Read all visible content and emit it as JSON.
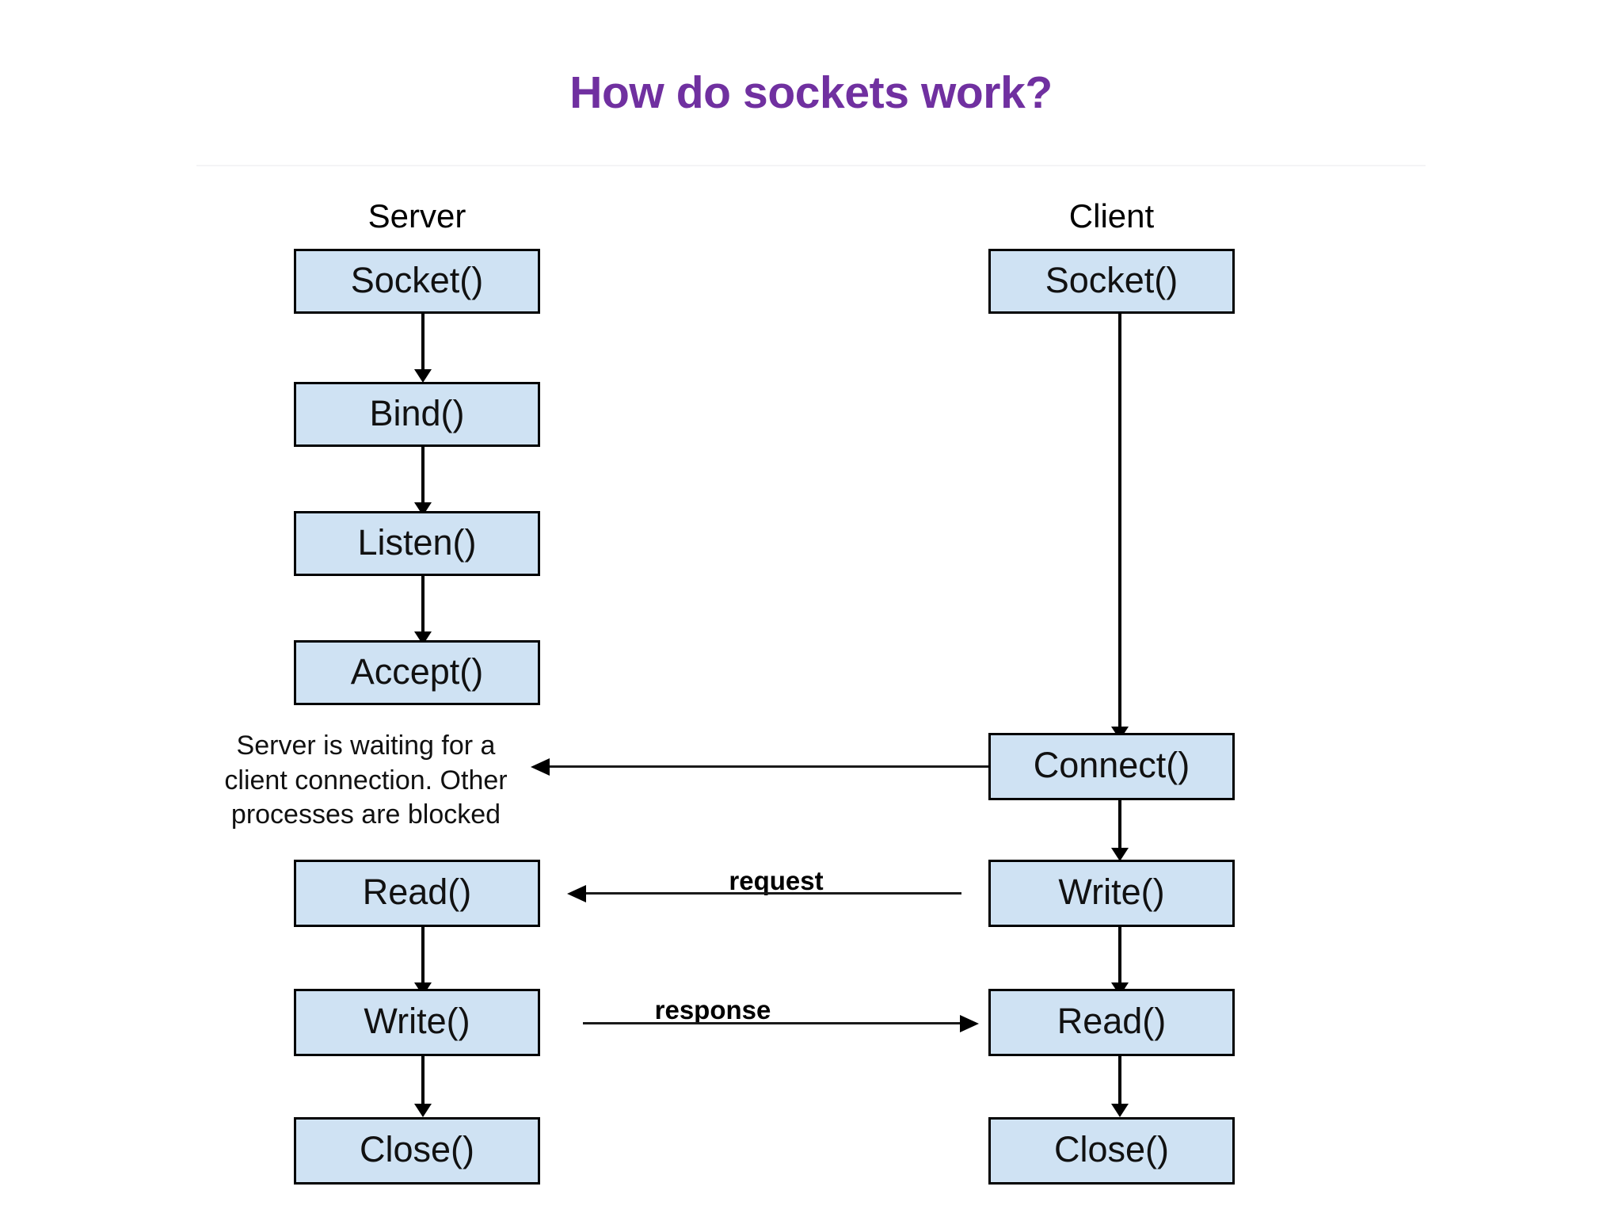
{
  "title": "How do sockets work?",
  "theme": {
    "title_color": "#7030A0",
    "box_fill": "#CFE2F3",
    "box_border": "#000000",
    "text_color": "#111111",
    "background": "#ffffff"
  },
  "columns": [
    {
      "id": "server",
      "heading": "Server"
    },
    {
      "id": "client",
      "heading": "Client"
    }
  ],
  "server_steps": [
    {
      "label": "Socket()"
    },
    {
      "label": "Bind()"
    },
    {
      "label": "Listen()"
    },
    {
      "label": "Accept()"
    },
    {
      "label": "Read()"
    },
    {
      "label": "Write()"
    },
    {
      "label": "Close()"
    }
  ],
  "client_steps": [
    {
      "label": "Socket()"
    },
    {
      "label": "Connect()"
    },
    {
      "label": "Write()"
    },
    {
      "label": "Read()"
    },
    {
      "label": "Close()"
    }
  ],
  "notes": {
    "waiting": "Server is waiting for a client connection. Other processes are blocked",
    "waiting_lines": [
      "Server is waiting for a",
      "client connection. Other",
      "processes are blocked"
    ]
  },
  "flows": [
    {
      "id": "connect",
      "label": "",
      "direction": "client-to-server"
    },
    {
      "id": "request",
      "label": "request",
      "direction": "client-to-server"
    },
    {
      "id": "response",
      "label": "response",
      "direction": "server-to-client"
    }
  ]
}
